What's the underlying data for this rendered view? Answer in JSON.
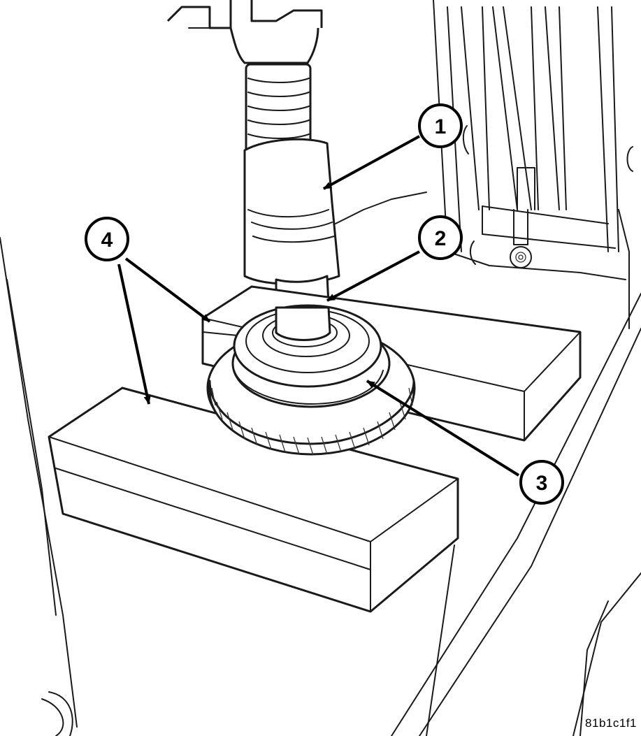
{
  "callouts": [
    {
      "id": "callout-1",
      "label": "1"
    },
    {
      "id": "callout-2",
      "label": "2"
    },
    {
      "id": "callout-3",
      "label": "3"
    },
    {
      "id": "callout-4",
      "label": "4"
    }
  ],
  "figure_id": "81b1c1f1"
}
